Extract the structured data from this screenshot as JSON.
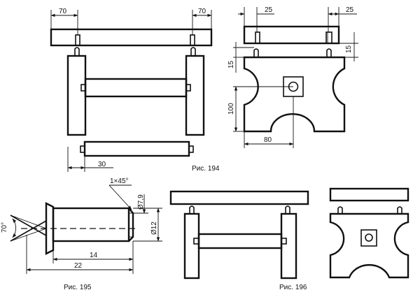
{
  "figures": {
    "fig194": {
      "caption": "Рис. 194",
      "front_dims": {
        "left": "70",
        "right": "70",
        "bottom": "30"
      },
      "side_dims": {
        "top_left": "25",
        "top_right": "25",
        "right_v": "15",
        "left_v": "15",
        "height": "100",
        "width": "80"
      }
    },
    "fig195": {
      "caption": "Рис. 195",
      "dims": {
        "chamfer": "1×45°",
        "angle": "70°",
        "dia_small": "Ø7,9",
        "dia_large": "Ø12",
        "len14": "14",
        "len22": "22"
      }
    },
    "fig196": {
      "caption": "Рис. 196"
    }
  }
}
